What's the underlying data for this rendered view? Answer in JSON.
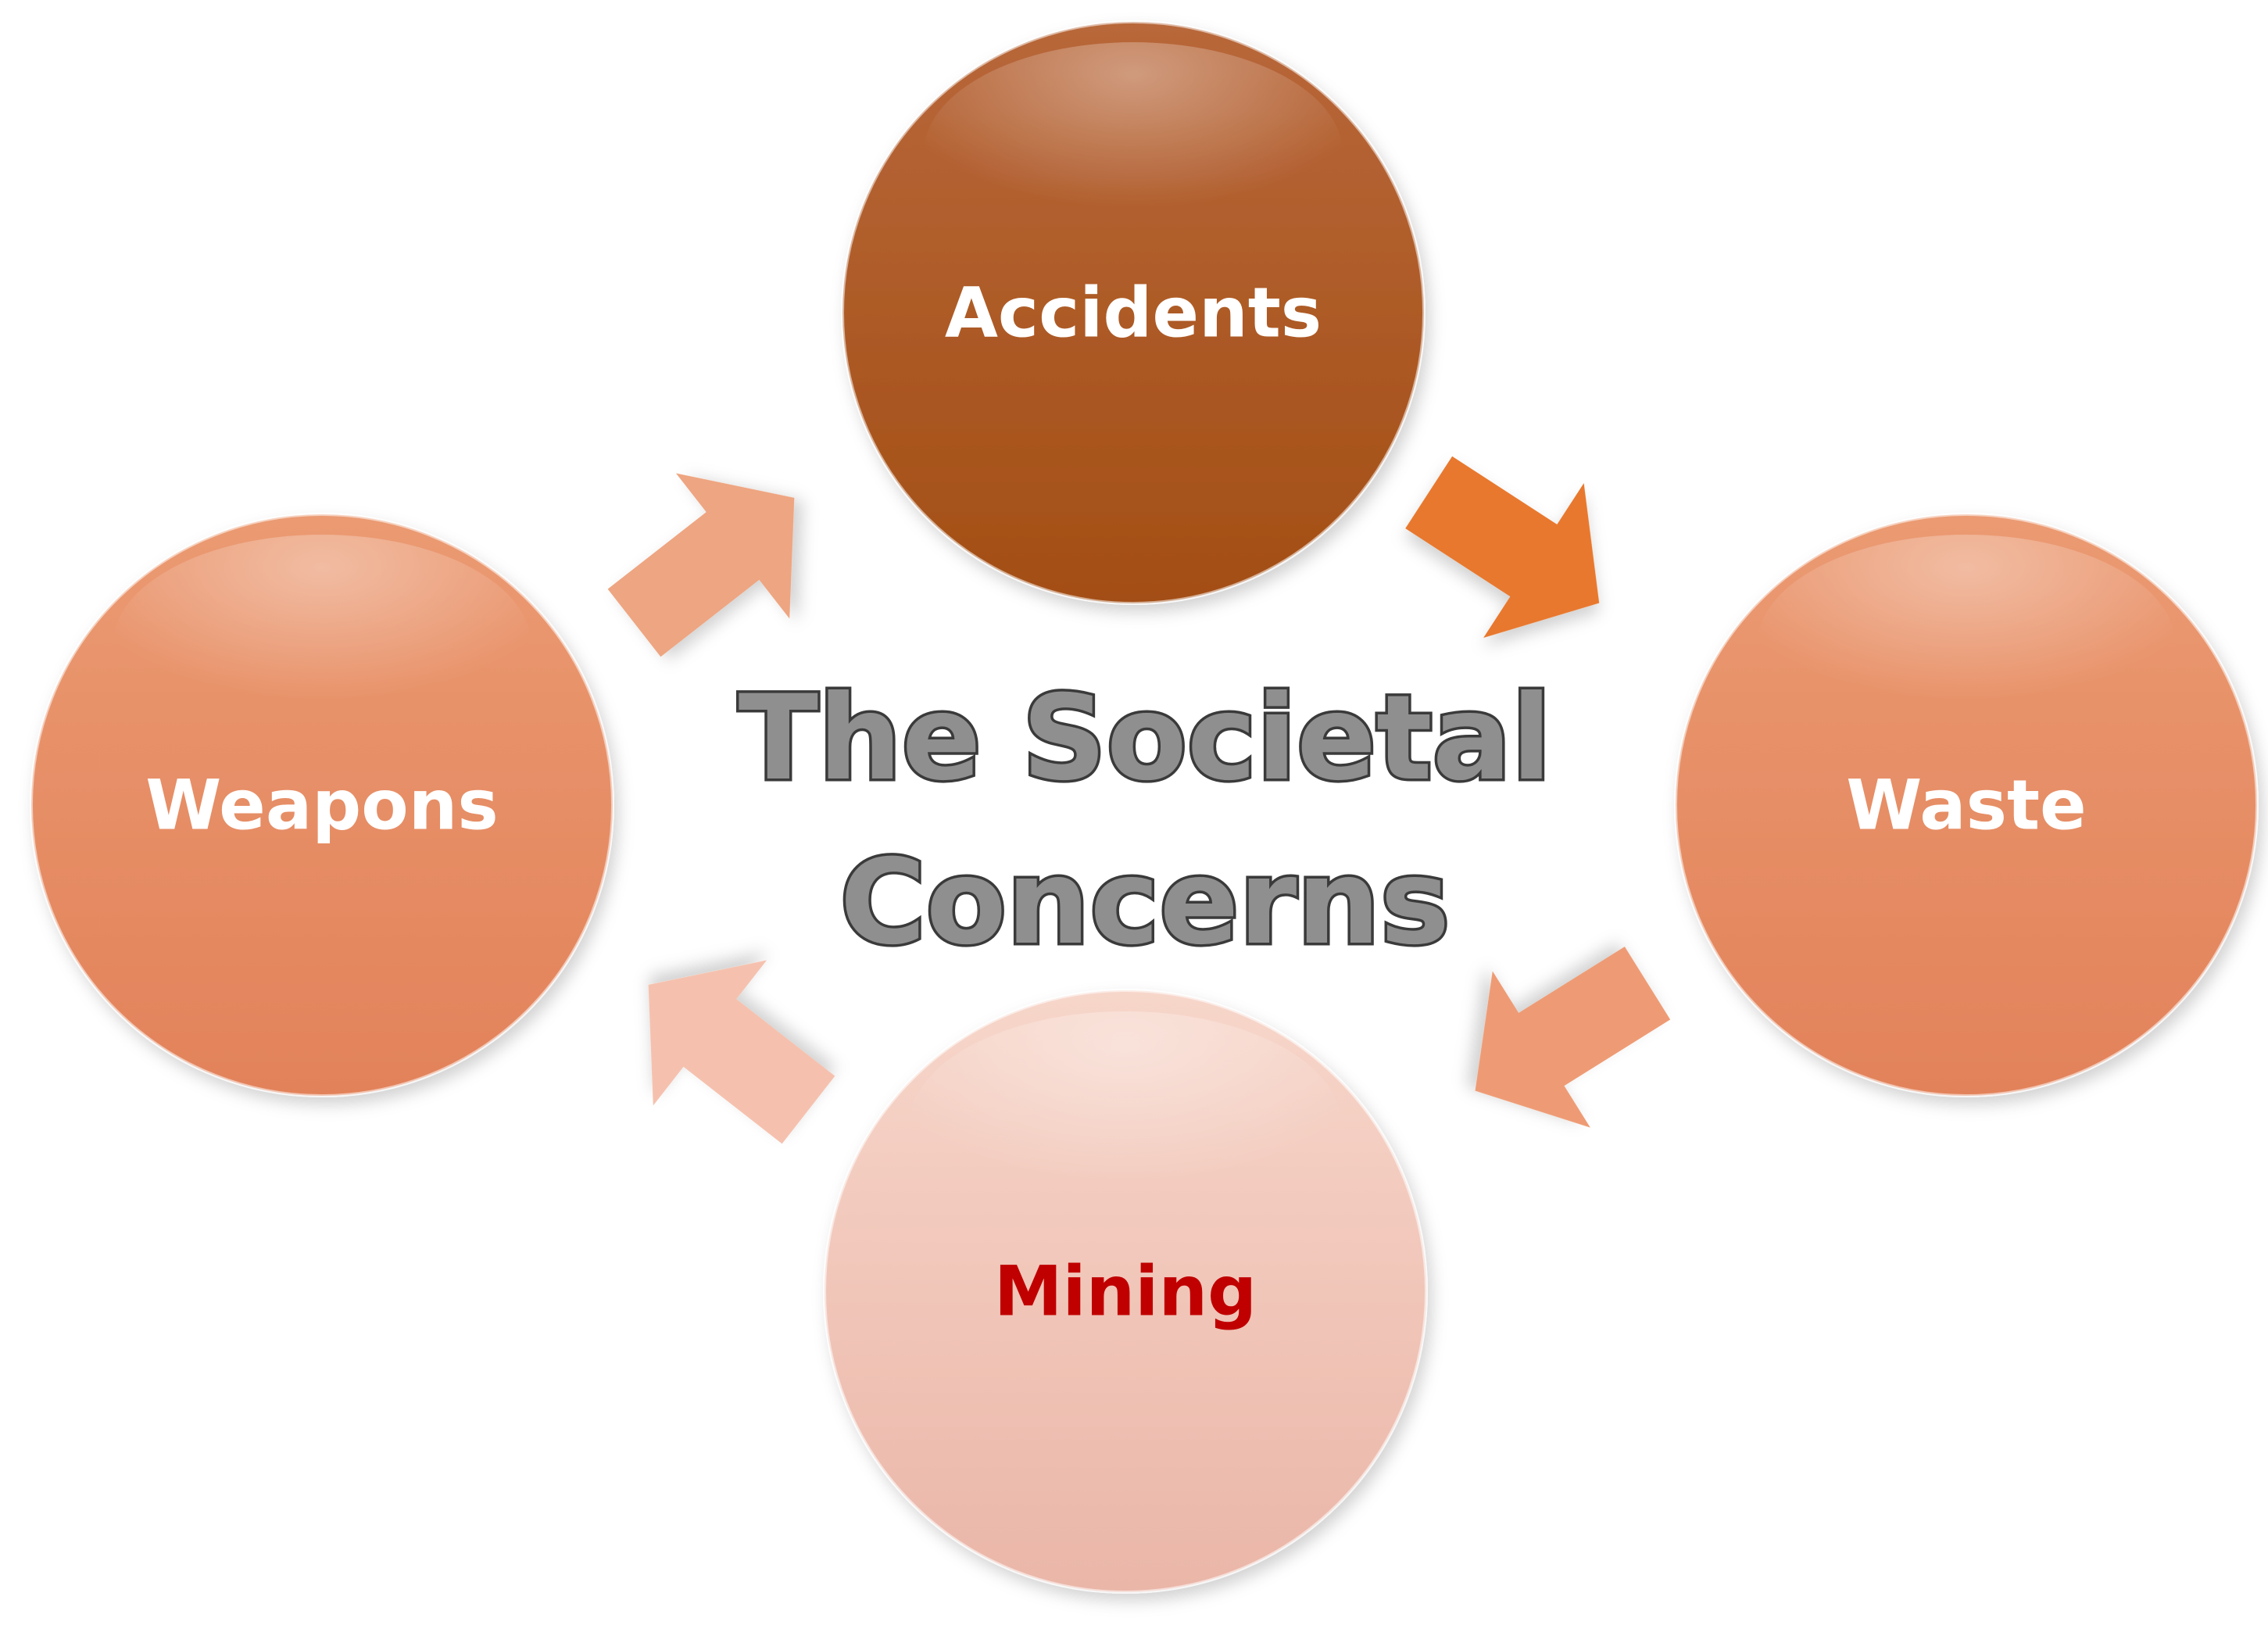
{
  "diagram": {
    "title_lines": [
      "The Societal",
      "Concerns"
    ],
    "nodes": [
      {
        "id": "accidents",
        "label": "Accidents",
        "fill_top": "#b8673a",
        "fill_bottom": "#a34e14",
        "text_color": "#ffffff"
      },
      {
        "id": "waste",
        "label": "Waste",
        "fill_top": "#eb9a72",
        "fill_bottom": "#e2825a",
        "text_color": "#ffffff"
      },
      {
        "id": "mining",
        "label": "Mining",
        "fill_top": "#f7d6ca",
        "fill_bottom": "#eab6a8",
        "text_color": "#c00000"
      },
      {
        "id": "weapons",
        "label": "Weapons",
        "fill_top": "#eb9a72",
        "fill_bottom": "#e2825a",
        "text_color": "#ffffff"
      }
    ],
    "arrows": [
      {
        "id": "accidents-to-waste",
        "color": "#e8782e"
      },
      {
        "id": "waste-to-mining",
        "color": "#ee9b74"
      },
      {
        "id": "mining-to-weapons",
        "color": "#f5c1ae"
      },
      {
        "id": "weapons-to-accidents",
        "color": "#eea581"
      }
    ]
  }
}
